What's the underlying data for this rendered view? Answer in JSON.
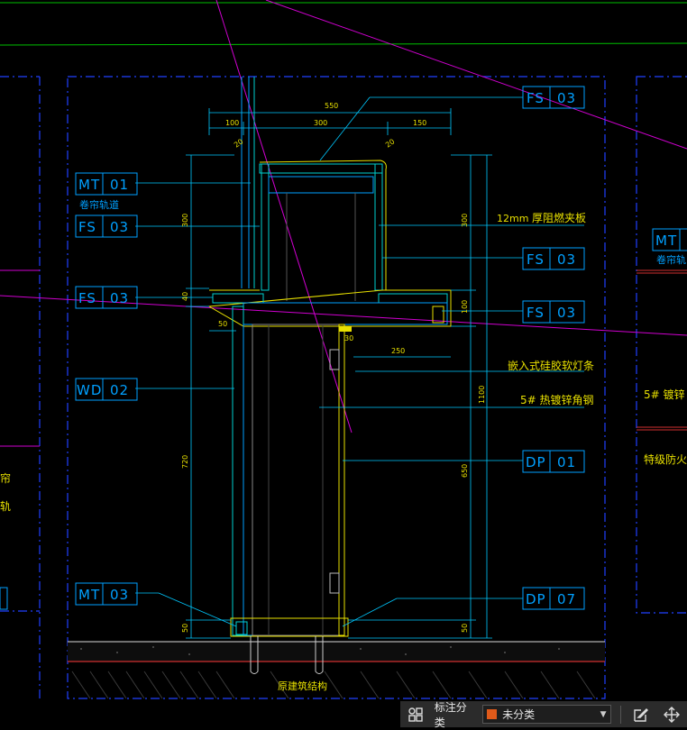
{
  "drawing": {
    "tags": [
      {
        "id": "fs03-top",
        "code": "FS",
        "num": "03"
      },
      {
        "id": "mt01",
        "code": "MT",
        "num": "01"
      },
      {
        "id": "fs03-left1",
        "code": "FS",
        "num": "03"
      },
      {
        "id": "fs03-left2",
        "code": "FS",
        "num": "03"
      },
      {
        "id": "fs03-right1",
        "code": "FS",
        "num": "03"
      },
      {
        "id": "fs03-right2",
        "code": "FS",
        "num": "03"
      },
      {
        "id": "wd02",
        "code": "WD",
        "num": "02"
      },
      {
        "id": "dp01",
        "code": "DP",
        "num": "01"
      },
      {
        "id": "mt03",
        "code": "MT",
        "num": "03"
      },
      {
        "id": "dp07",
        "code": "DP",
        "num": "07"
      },
      {
        "id": "mt-right",
        "code": "MT",
        "num": ""
      }
    ],
    "notes": {
      "curtain_track": "卷帘轨道",
      "curtain_track_cut": "卷帘轨",
      "board_size": "12mm",
      "board_name": "厚阻燃夹板",
      "led_strip": "嵌入式硅胶软灯条",
      "angle_steel": "5# 热镀锌角钢",
      "angle_steel_cut": "5# 镀锌",
      "fire_cut": "特级防火",
      "left_cut1": "帘",
      "left_cut2": "轨",
      "slab": "原建筑结构"
    },
    "dims": {
      "d550": "550",
      "d100": "100",
      "d300": "300",
      "d150": "150",
      "d300v": "300",
      "d300vr": "300",
      "d40": "40",
      "d50": "50",
      "d30": "30",
      "d250": "250",
      "d100v": "100",
      "d1100": "1100",
      "d720": "720",
      "d650": "650",
      "d50b": "50",
      "d50br": "50",
      "d20a": "20",
      "d20b": "20"
    }
  },
  "toolbar": {
    "grid_icon": "grid-icon",
    "label": "标注分类",
    "select_value": "未分类",
    "select_color": "#e05a1a",
    "edit_icon": "edit-icon",
    "move_icon": "move-icon"
  }
}
